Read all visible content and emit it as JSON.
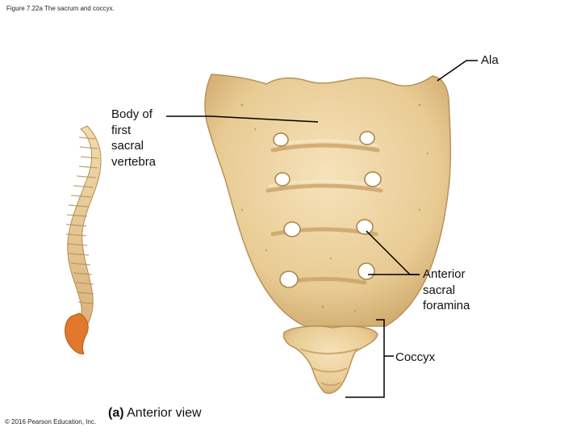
{
  "figure": {
    "caption": "Figure 7.22a The sacrum and coccyx.",
    "view_part": "(a)",
    "view_name": "Anterior view",
    "copyright": "© 2016 Pearson Education, Inc."
  },
  "labels": {
    "ala": "Ala",
    "body_first_sacral": "Body of\nfirst\nsacral\nvertebra",
    "anterior_sacral_foramina": "Anterior\nsacral\nforamina",
    "coccyx": "Coccyx"
  },
  "colors": {
    "bone": "#ecd3a3",
    "bone_shadow": "#c9a56c",
    "bone_highlight": "#f7e6c4",
    "coccyx_highlight": "#e0782e",
    "leader_line": "#000000"
  }
}
